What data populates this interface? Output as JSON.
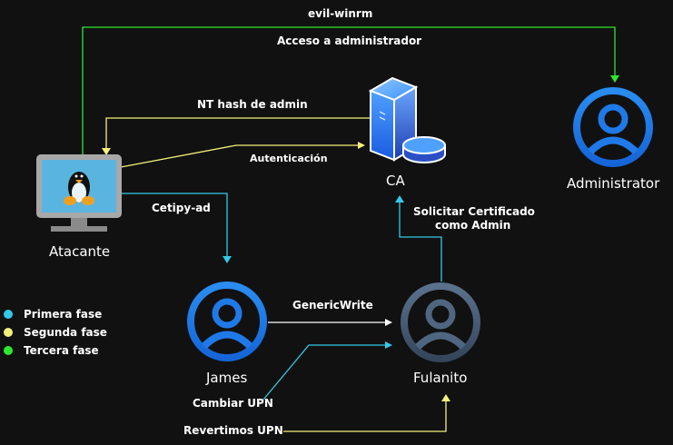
{
  "colors": {
    "background": "#111111",
    "phase1": "#33c8e8",
    "phase2": "#f5f07a",
    "phase3": "#2ee82e",
    "neutral": "#ffffff",
    "user_blue": "#1a7fe6",
    "user_gray": "#4a6078"
  },
  "nodes": {
    "attacker": {
      "label": "Atacante",
      "icon": "linux-computer-icon"
    },
    "ca": {
      "label": "CA",
      "icon": "server-database-icon"
    },
    "administrator": {
      "label": "Administrator",
      "icon": "user-icon"
    },
    "james": {
      "label": "James",
      "icon": "user-icon"
    },
    "fulanito": {
      "label": "Fulanito",
      "icon": "user-icon"
    }
  },
  "edges": {
    "evil_winrm": {
      "label": "evil-winrm",
      "phase": 3
    },
    "acceso_admin": {
      "label": "Acceso a administrador",
      "phase": 3
    },
    "nt_hash": {
      "label": "NT hash de admin",
      "phase": 2
    },
    "autenticacion": {
      "label": "Autenticación",
      "phase": 2
    },
    "certipy": {
      "label": "Cetipy-ad",
      "phase": 1
    },
    "solicitar": {
      "label_line1": "Solicitar Certificado",
      "label_line2": "como Admin",
      "phase": 1
    },
    "genericwrite": {
      "label": "GenericWrite",
      "phase": 0
    },
    "cambiar_upn": {
      "label": "Cambiar UPN",
      "phase": 1
    },
    "revertimos_upn": {
      "label": "Revertimos UPN",
      "phase": 2
    }
  },
  "legend": [
    {
      "label": "Primera fase",
      "color": "#33c8e8"
    },
    {
      "label": "Segunda fase",
      "color": "#f5f07a"
    },
    {
      "label": "Tercera fase",
      "color": "#2ee82e"
    }
  ]
}
